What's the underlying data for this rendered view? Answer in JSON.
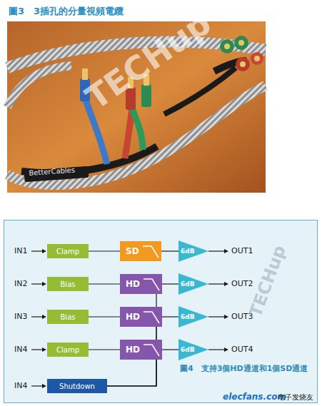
{
  "diagram": {
    "title": "圖3　3插孔的分量視頻電纜",
    "caption": "圖4　支持3個HD通道和1個SD通道",
    "nodes": [
      {
        "text": [
          "Clamp"
        ]
      },
      {
        "text": [
          "SD"
        ]
      },
      {
        "text": [
          "6dB"
        ]
      },
      {
        "text": [
          "Bias"
        ]
      },
      {
        "text": [
          "HD"
        ]
      },
      {
        "text": [
          "6dB"
        ]
      },
      {
        "text": [
          "Bias"
        ]
      },
      {
        "text": [
          "HD"
        ]
      },
      {
        "text": [
          "6dB"
        ]
      },
      {
        "text": [
          "Clamp"
        ]
      },
      {
        "text": [
          "HD"
        ]
      },
      {
        "text": [
          "6dB"
        ]
      },
      {
        "text": [
          "Shutdown"
        ]
      }
    ],
    "edges": [
      {
        "from": 0,
        "to": 1,
        "arrow": "none"
      },
      {
        "from": 1,
        "to": 2,
        "arrow": "none"
      },
      {
        "from": 3,
        "to": 4,
        "arrow": "none"
      },
      {
        "from": 4,
        "to": 5,
        "arrow": "none"
      },
      {
        "from": 6,
        "to": 7,
        "arrow": "none"
      },
      {
        "from": 7,
        "to": 8,
        "arrow": "none"
      },
      {
        "from": 9,
        "to": 10,
        "arrow": "none"
      },
      {
        "from": 10,
        "to": 11,
        "arrow": "none"
      },
      {
        "from": 12,
        "to": 4,
        "arrow": "none"
      },
      {
        "from": 12,
        "to": 7,
        "arrow": "none"
      },
      {
        "from": 12,
        "to": 10,
        "arrow": "none"
      }
    ],
    "labels": [
      "IN1",
      "OUT1",
      "IN2",
      "OUT2",
      "IN3",
      "OUT3",
      "IN4",
      "OUT4",
      "IN4",
      "TECHup",
      "BetterCables",
      "TECHup",
      "elecfans.com",
      "电子发烧友"
    ]
  }
}
